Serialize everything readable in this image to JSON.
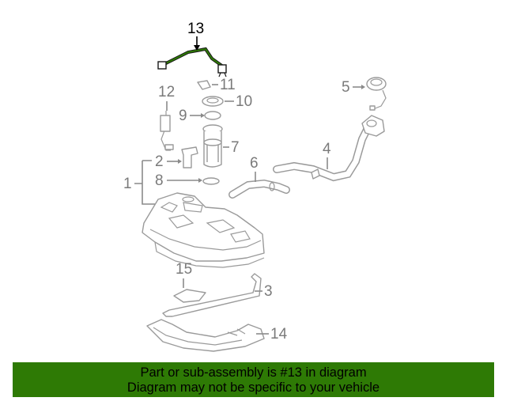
{
  "diagram": {
    "highlighted_part": "13",
    "callouts": {
      "c1": "1",
      "c2": "2",
      "c3": "3",
      "c4": "4",
      "c5": "5",
      "c6": "6",
      "c7": "7",
      "c8": "8",
      "c9": "9",
      "c10": "10",
      "c11": "11",
      "c12": "12",
      "c13": "13",
      "c14": "14",
      "c15": "15"
    },
    "colors": {
      "highlight_part": "#2e7a05",
      "line": "#9a9a9a",
      "banner": "#2e7a05"
    }
  },
  "banner": {
    "line1": "Part or sub-assembly is #13 in diagram",
    "line2": "Diagram may not be specific to your vehicle"
  }
}
